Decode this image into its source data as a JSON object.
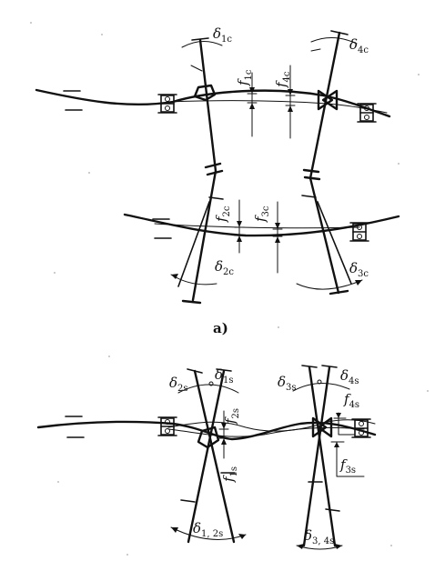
{
  "diagram_a": {
    "caption": "a)",
    "labels": {
      "delta_1c": {
        "sym": "δ",
        "sub": "1c"
      },
      "delta_4c": {
        "sym": "δ",
        "sub": "4c"
      },
      "f_1c": {
        "sym": "f",
        "sub": "1c"
      },
      "f_4c": {
        "sym": "f",
        "sub": "4c"
      },
      "f_2c": {
        "sym": "f",
        "sub": "2c"
      },
      "f_3c": {
        "sym": "f",
        "sub": "3c"
      },
      "delta_2c": {
        "sym": "δ",
        "sub": "2c"
      },
      "delta_3c": {
        "sym": "δ",
        "sub": "3c"
      }
    }
  },
  "diagram_b": {
    "labels": {
      "delta_2s": {
        "sym": "δ",
        "sub": "2s"
      },
      "delta_1s": {
        "sym": "δ",
        "sub": "1s"
      },
      "delta_3s": {
        "sym": "δ",
        "sub": "3s"
      },
      "delta_4s": {
        "sym": "δ",
        "sub": "4s"
      },
      "f_2s": {
        "sym": "f",
        "sub": "2s"
      },
      "f_1s": {
        "sym": "f",
        "sub": "1s"
      },
      "f_4s": {
        "sym": "f",
        "sub": "4s"
      },
      "f_3s": {
        "sym": "f",
        "sub": "3s"
      },
      "delta_12s": {
        "sym": "δ",
        "sub": "1, 2s"
      },
      "delta_34s": {
        "sym": "δ",
        "sub": "3, 4s"
      }
    }
  }
}
